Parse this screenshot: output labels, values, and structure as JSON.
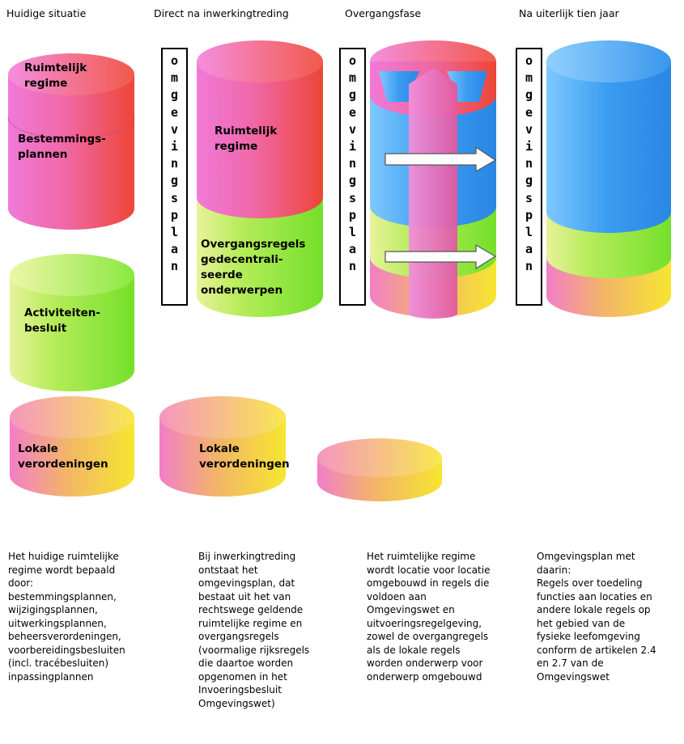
{
  "columns": [
    {
      "header": "Huidige situatie"
    },
    {
      "header": "Direct na inwerkingtreding"
    },
    {
      "header": "Overgangsfase"
    },
    {
      "header": "Na uiterlijk tien jaar"
    }
  ],
  "labels": {
    "ruimtelijk_regime_1": "Ruimtelijk\nregime",
    "bestemmingsplannen": "Bestemmings-\nplannen",
    "activiteitenbesluit": "Activiteiten-\nbesluit",
    "lokale_verordeningen_1": "Lokale\nverordeningen",
    "ruimtelijk_regime_2": "Ruimtelijk\nregime",
    "overgangsregels": "Overgangsregels\ngedecentrali-\nseerde\nonderwerpen",
    "lokale_verordeningen_2": "Lokale\nverordeningen"
  },
  "vertical_label": [
    "o",
    "m",
    "g",
    "e",
    "v",
    "i",
    "n",
    "g",
    "s",
    "p",
    "l",
    "a",
    "n"
  ],
  "captions": [
    "Het huidige ruimtelijke\nregime wordt bepaald\ndoor:\nbestemmingsplannen,\nwijzigingsplannen,\nuitwerkingsplannen,\nbeheersverordeningen,\nvoorbereidingsbesluiten\n(incl. tracébesluiten)\ninpassingplannen",
    "Bij inwerkingtreding\nontstaat het\nomgevingsplan, dat\nbestaat uit het van\nrechtswege geldende\nruimtelijke regime en\novergangsregels\n(voormalige rijksregels\ndie daartoe worden\nopgenomen in het\nInvoeringsbesluit\nOmgevingswet)",
    "Het ruimtelijke regime\nwordt locatie voor locatie\nomgebouwd in regels die\nvoldoen aan\nOmgevingswet en\nuitvoeringsregelgeving,\nzowel de overgangregels\nals de lokale regels\nworden onderwerp voor\nonderwerp omgebouwd",
    "Omgevingsplan met\ndaarin:\nRegels over toedeling\nfuncties aan locaties en\nandere lokale regels op\nhet gebied van de\nfysieke leefomgeving\nconform de artikelen 2.4\nen 2.7 van de\nOmgevingswet"
  ],
  "colors": {
    "pink": "#f07ad0",
    "red": "#ee4a3c",
    "blue": "#4aa8f0",
    "green": "#8ee63a",
    "yellow": "#f2d83a",
    "light_yellow": "#f4f2a0"
  }
}
